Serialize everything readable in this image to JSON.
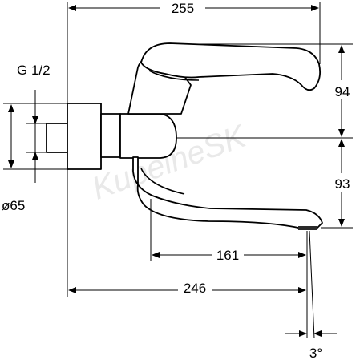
{
  "drawing": {
    "watermark": "KupelneSK",
    "dimensions": {
      "total_width": "255",
      "lever_height": "94",
      "spout_height": "93",
      "spout_reach": "161",
      "wall_to_outlet": "246",
      "tilt_angle": "3°",
      "thread": "G 1/2",
      "rosette_diameter": "ø65"
    }
  }
}
